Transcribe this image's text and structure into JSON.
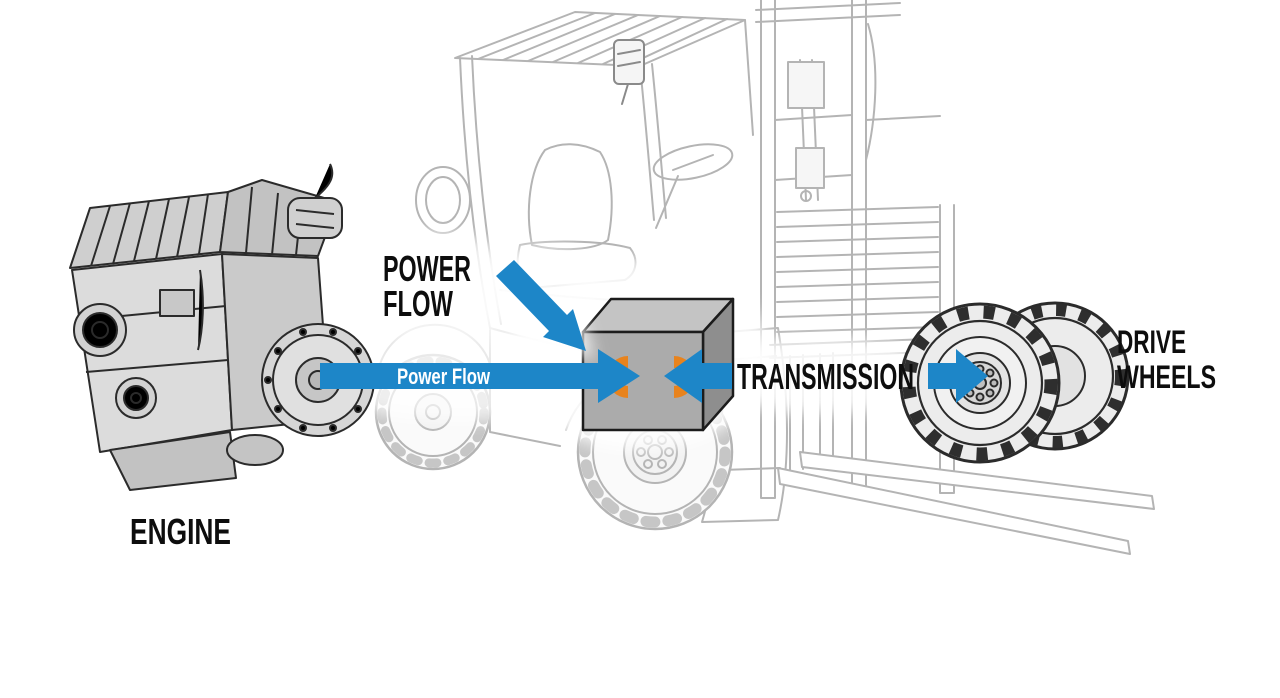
{
  "diagram": {
    "labels": {
      "engine": "ENGINE",
      "power_flow": [
        "POWER",
        "FLOW"
      ],
      "arrow_label": "Power Flow",
      "transmission": "TRANSMISSION",
      "drive_wheels": [
        "DRIVE",
        "WHEELS"
      ]
    },
    "colors": {
      "arrow_blue": "#1d86c8",
      "accent_orange": "#e8831d",
      "outline_gray": "#b4b4b4",
      "foreground_ink": "#2b2b2b",
      "box_top": "#c4c4c4",
      "box_front": "#ababab",
      "box_side": "#8e8e8e",
      "label_black": "#0d0d0d"
    }
  }
}
